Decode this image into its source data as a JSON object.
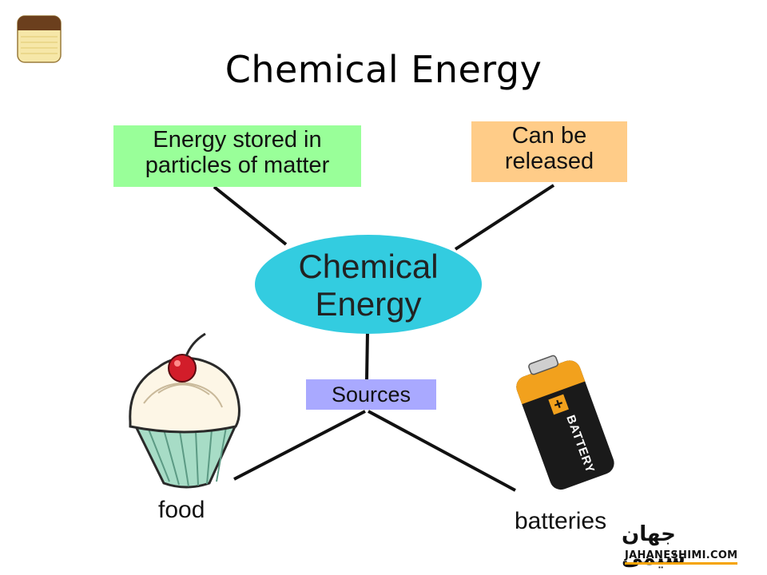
{
  "slide": {
    "title": "Chemical Energy"
  },
  "diagram": {
    "center": "Chemical Energy",
    "top_left_box": "Energy stored in particles of matter",
    "top_right_box": "Can be released",
    "sources_box": "Sources",
    "leaves": {
      "food": "food",
      "batteries": "batteries"
    },
    "battery_text": "BATTERY",
    "battery_sign": "+"
  },
  "logo": {
    "word": "جهان شیمی",
    "url": "JAHANESHIMI.COM"
  },
  "colors": {
    "ellipse": "#33cce0",
    "green_box": "#99ff99",
    "orange_box": "#ffcc88",
    "purple_box": "#a9a9ff",
    "accent": "#f5a300"
  }
}
